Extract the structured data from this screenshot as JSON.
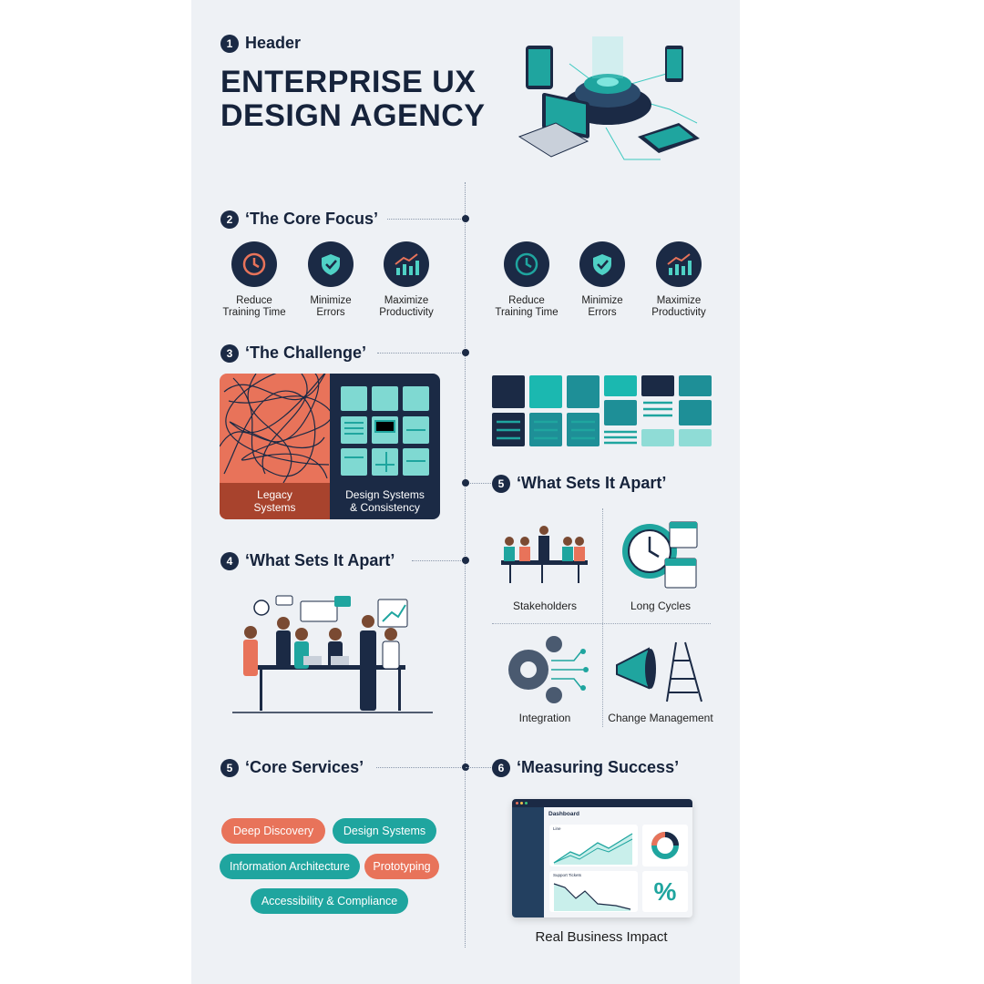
{
  "header": {
    "number": "1",
    "label": "Header",
    "title_line1": "ENTERPRISE UX",
    "title_line2": "DESIGN AGENCY"
  },
  "core_focus": {
    "number": "2",
    "label": "‘The Core Focus’",
    "items": [
      {
        "line1": "Reduce",
        "line2": "Training Time",
        "icon": "clock-icon"
      },
      {
        "line1": "Minimize",
        "line2": "Errors",
        "icon": "shield-icon"
      },
      {
        "line1": "Maximize",
        "line2": "Productivity",
        "icon": "chart-up-icon"
      }
    ]
  },
  "challenge": {
    "number": "3",
    "label": "‘The Challenge’",
    "left_caption_1": "Legacy",
    "left_caption_2": "Systems",
    "right_caption_1": "Design Systems",
    "right_caption_2": "& Consistency"
  },
  "sets_apart_left": {
    "number": "4",
    "label": "‘What Sets It Apart’"
  },
  "sets_apart_right": {
    "number": "5",
    "label": "‘What Sets It Apart’",
    "quadrants": [
      "Stakeholders",
      "Long Cycles",
      "Integration",
      "Change Management"
    ]
  },
  "core_services": {
    "number": "5",
    "label": "‘Core Services’",
    "pills": [
      "Deep Discovery",
      "Design Systems",
      "Information Architecture",
      "Prototyping",
      "Accessibility & Compliance"
    ]
  },
  "measuring": {
    "number": "6",
    "label": "‘Measuring Success’",
    "dashboard_title": "Dashboard",
    "card1": "Line",
    "card2": "Support Tickets",
    "percent": "%",
    "caption": "Real Business Impact"
  },
  "colors": {
    "navy": "#1b2a45",
    "teal": "#1fa59f",
    "coral": "#e8735a",
    "bg": "#eef1f5"
  }
}
